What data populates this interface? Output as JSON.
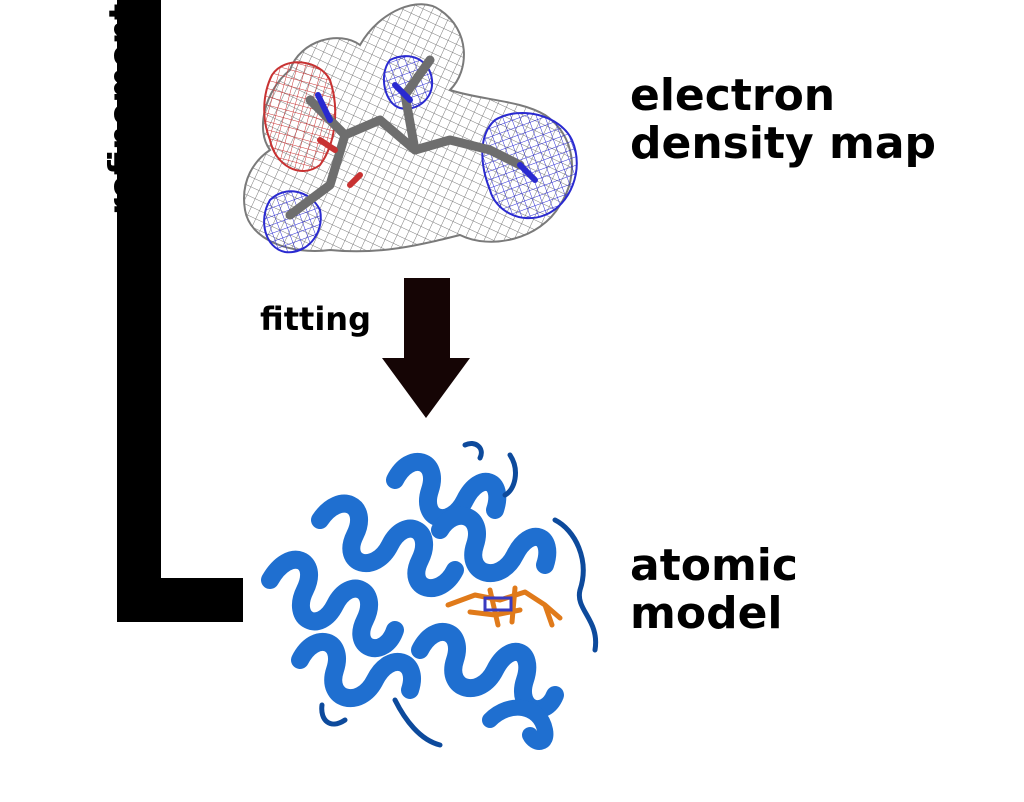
{
  "labels": {
    "refinement": "refinement",
    "density_line1": "electron",
    "density_line2": "density map",
    "fitting": "fitting",
    "model_line1": "atomic",
    "model_line2": "model"
  },
  "colors": {
    "bracket": "#000000",
    "arrow": "#150505",
    "mesh_grey": "#7a7a7a",
    "mesh_blue": "#2a2ad0",
    "mesh_red": "#c83232",
    "stick_grey": "#6e6e6e",
    "ribbon_blue": "#1f6fd0",
    "ribbon_dark": "#0d4a9c",
    "heme_orange": "#e07a1a"
  },
  "icons": {
    "density": "electron-density-mesh-icon",
    "protein": "protein-ribbon-icon",
    "arrow": "down-arrow-icon"
  }
}
